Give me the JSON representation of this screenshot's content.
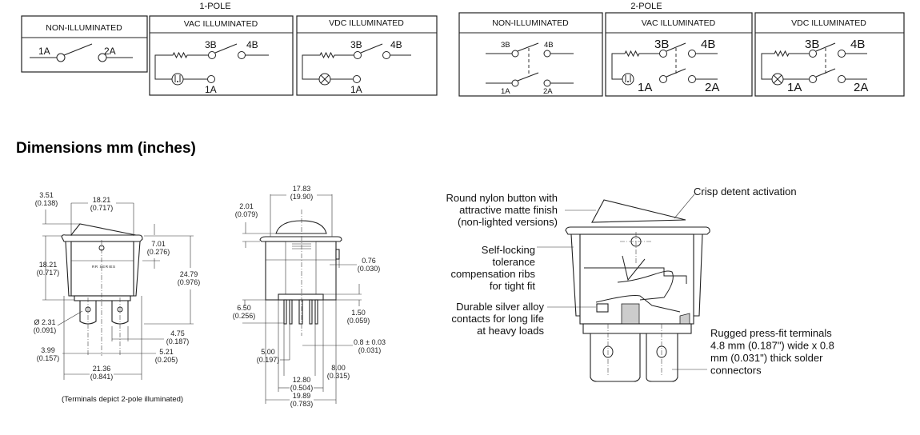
{
  "wiring": {
    "one_pole_label": "1-POLE",
    "two_pole_label": "2-POLE",
    "one_pole": [
      {
        "header": "NON-ILLUMINATED",
        "terminals": [
          "1A",
          "2A"
        ]
      },
      {
        "header": "VAC ILLUMINATED",
        "terminals": [
          "3B",
          "4B",
          "1A"
        ],
        "lamp": "neon"
      },
      {
        "header": "VDC ILLUMINATED",
        "terminals": [
          "3B",
          "4B",
          "1A"
        ],
        "lamp": "incandescent"
      }
    ],
    "two_pole": [
      {
        "header": "NON-ILLUMINATED",
        "terminals": [
          "3B",
          "4B",
          "1A",
          "2A"
        ]
      },
      {
        "header": "VAC ILLUMINATED",
        "terminals": [
          "3B",
          "4B",
          "1A",
          "2A"
        ],
        "lamp": "neon"
      },
      {
        "header": "VDC ILLUMINATED",
        "terminals": [
          "3B",
          "4B",
          "1A",
          "2A"
        ],
        "lamp": "incandescent"
      }
    ]
  },
  "dimensions": {
    "title": "Dimensions mm (inches)",
    "front_view": {
      "series_marking": "RR SERIES",
      "dims": [
        {
          "mm": "3.51",
          "in": "(0.138)"
        },
        {
          "mm": "18.21",
          "in": "(0.717)"
        },
        {
          "mm": "7.01",
          "in": "(0.276)"
        },
        {
          "mm": "18.21",
          "in": "(0.717)"
        },
        {
          "mm": "24.79",
          "in": "(0.976)"
        },
        {
          "mm": "Ø 2.31",
          "in": "(0.091)"
        },
        {
          "mm": "4.75",
          "in": "(0.187)"
        },
        {
          "mm": "3.99",
          "in": "(0.157)"
        },
        {
          "mm": "5.21",
          "in": "(0.205)"
        },
        {
          "mm": "21.36",
          "in": "(0.841)"
        }
      ],
      "note": "(Terminals depict 2-pole illuminated)"
    },
    "side_view": {
      "dims": [
        {
          "mm": "17.83",
          "in": "(19.90)"
        },
        {
          "mm": "2.01",
          "in": "(0.079)"
        },
        {
          "mm": "0.76",
          "in": "(0.030)"
        },
        {
          "mm": "6.50",
          "in": "(0.256)"
        },
        {
          "mm": "1.50",
          "in": "(0.059)"
        },
        {
          "mm": "0.8 ± 0.03",
          "in": "(0.031)"
        },
        {
          "mm": "5.00",
          "in": "(0.197)"
        },
        {
          "mm": "8.00",
          "in": "(0.315)"
        },
        {
          "mm": "12.80",
          "in": "(0.504)"
        },
        {
          "mm": "19.89",
          "in": "(0.783)"
        }
      ]
    }
  },
  "cutaway": {
    "callouts": {
      "button": [
        "Round nylon button with",
        "attractive matte finish",
        "(non-lighted versions)"
      ],
      "ribs": [
        "Self-locking",
        "tolerance",
        "compensation ribs",
        "for tight fit"
      ],
      "contacts": [
        "Durable silver alloy",
        "contacts for long life",
        "at heavy loads"
      ],
      "detent": [
        "Crisp detent activation"
      ],
      "terminals": [
        "Rugged press-fit terminals",
        "4.8 mm (0.187\") wide x 0.8",
        "mm (0.031\") thick solder",
        "connectors"
      ]
    }
  }
}
